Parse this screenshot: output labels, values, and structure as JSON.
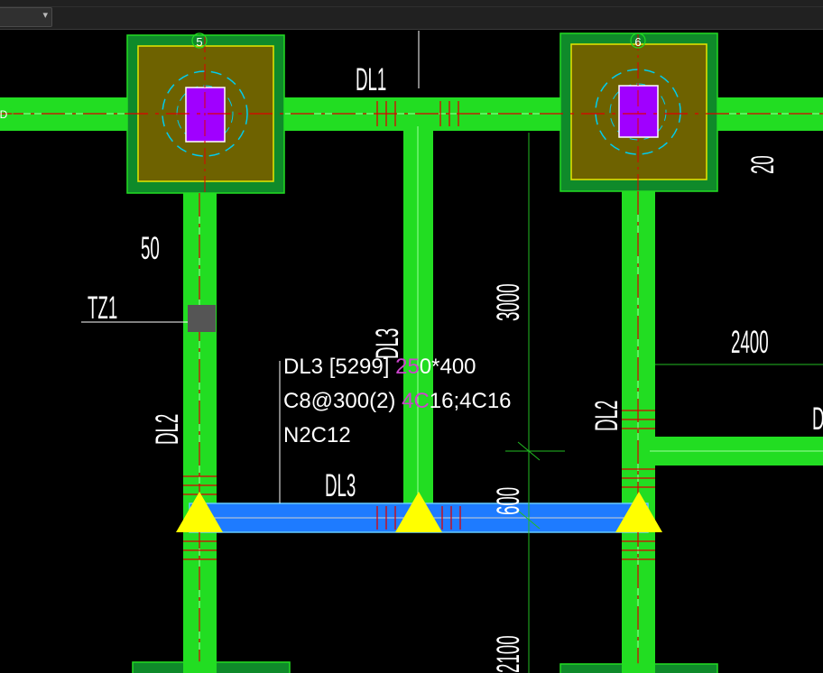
{
  "toolbar": {
    "dropdown_value": "",
    "dropdown_icon": "chevron-down-icon"
  },
  "colors": {
    "background": "#000000",
    "beam": "#22dd22",
    "beam_edge": "#7aff7a",
    "selected_beam": "#1e7bff",
    "pile_cap": "#6e6200",
    "pile_cap_edge": "#e6e600",
    "column": "#a000ff",
    "support_marker": "#ffff00",
    "axis_red": "#dd0000",
    "circle_cyan": "#00ccee",
    "text": "#ffffff",
    "highlight_magenta": "#cc44cc"
  },
  "drawing": {
    "axis_bubbles": {
      "axis_5": "5",
      "axis_6": "6",
      "axis_d": "D"
    },
    "beam_labels": {
      "dl1": "DL1",
      "dl2_left": "DL2",
      "dl2_right": "DL2",
      "dl3_vertical": "DL3",
      "dl3_horizontal": "DL3",
      "tz1": "TZ1"
    },
    "dimensions": {
      "dim_50": "50",
      "dim_20": "20",
      "dim_3000": "3000",
      "dim_2400": "2400",
      "dim_600": "600",
      "dim_2100": "2100",
      "partial_d": "D"
    },
    "beam_info": {
      "line1_prefix": "DL3 [5299] ",
      "line1_highlight": "25",
      "line1_suffix": "0*400",
      "line2_prefix": "C8@300(2) ",
      "line2_highlight": "4C",
      "line2_suffix": "16;4C16",
      "line3": "N2C12"
    }
  }
}
